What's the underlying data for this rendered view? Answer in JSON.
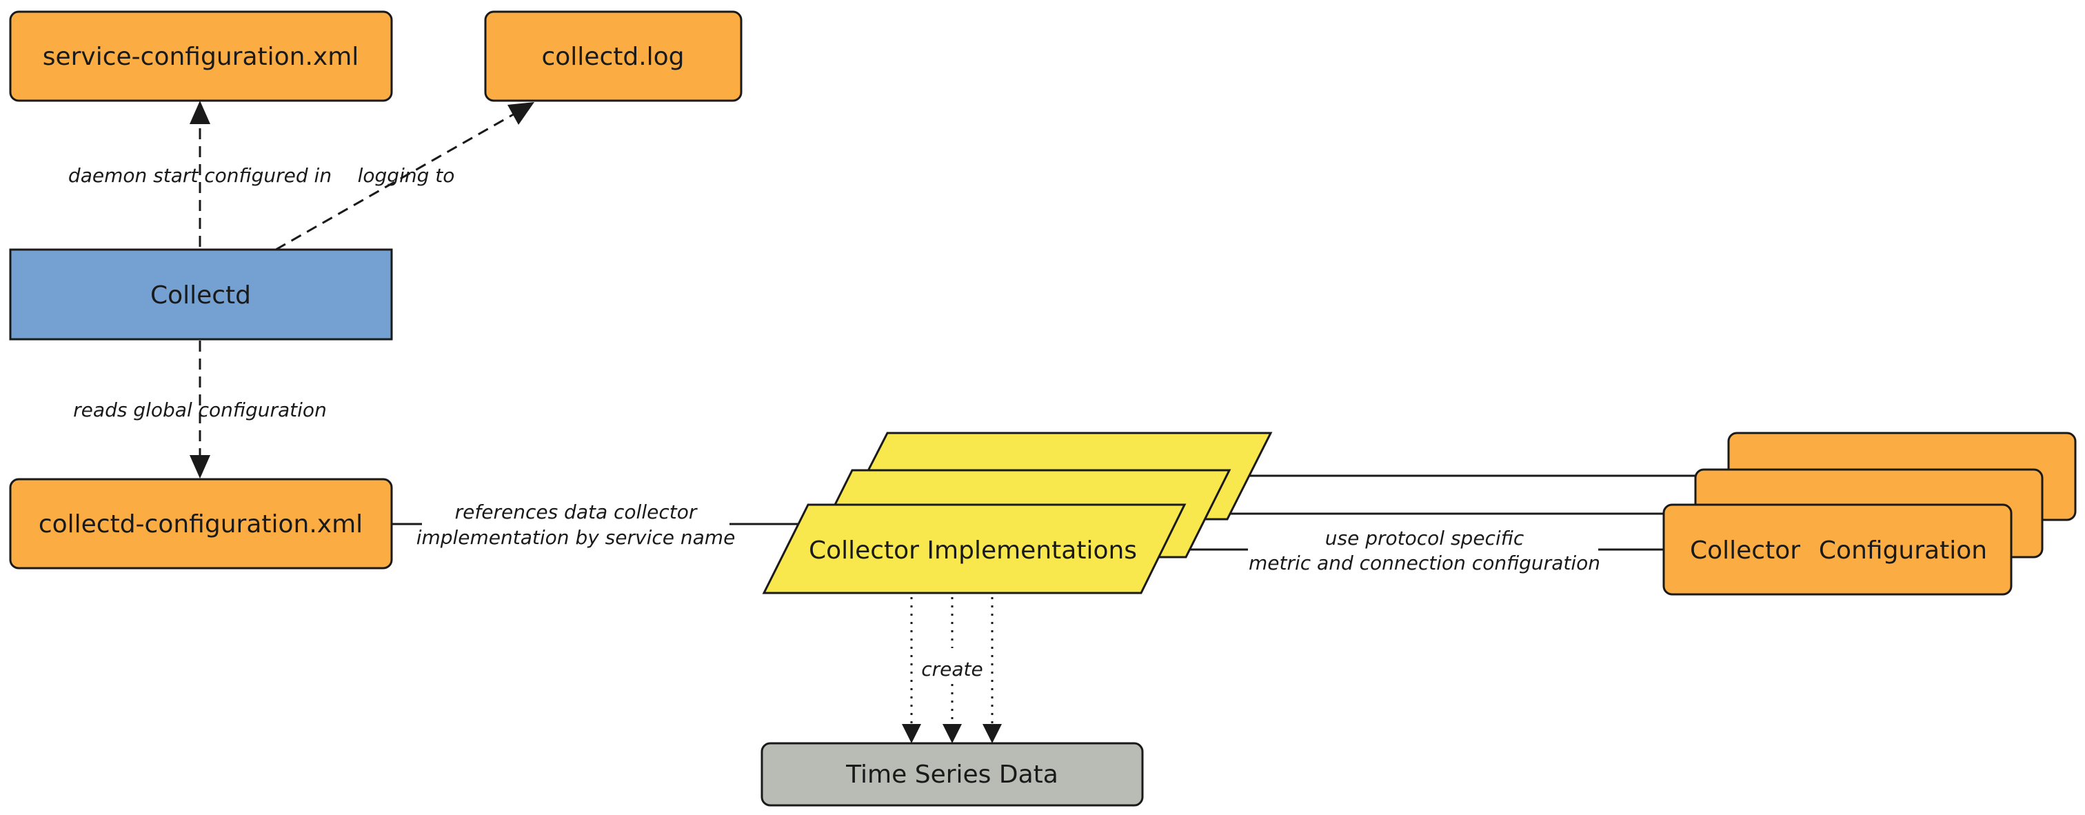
{
  "nodes": {
    "service_config": "service-configuration.xml",
    "collectd_log": "collectd.log",
    "collectd": "Collectd",
    "collectd_config": "collectd-configuration.xml",
    "collector_impl": "Collector Implementations",
    "collector_config_a": "Collector",
    "collector_config_b": "Configuration",
    "time_series": "Time Series Data"
  },
  "edges": {
    "daemon_start": "daemon start configured in",
    "logging_to": "logging to",
    "reads_global": "reads global configuration",
    "references_1": "references data collector",
    "references_2": "implementation by service name",
    "protocol_1": "use protocol specific",
    "protocol_2": "metric and connection configuration",
    "create": "create"
  },
  "colors": {
    "file_box": "#FBAD43",
    "daemon_box": "#74A1D2",
    "implementation": "#F8E84E",
    "data_box": "#B8BCB4"
  }
}
